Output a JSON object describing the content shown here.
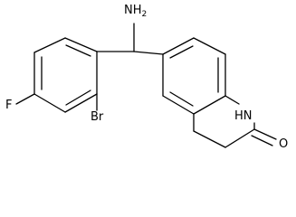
{
  "molecule": {
    "labels": {
      "amine": "NH2",
      "amine_main": "NH",
      "amine_sub": "2",
      "fluorine": "F",
      "bromine": "Br",
      "lactam_nh": "HN",
      "carbonyl_o": "O"
    }
  }
}
